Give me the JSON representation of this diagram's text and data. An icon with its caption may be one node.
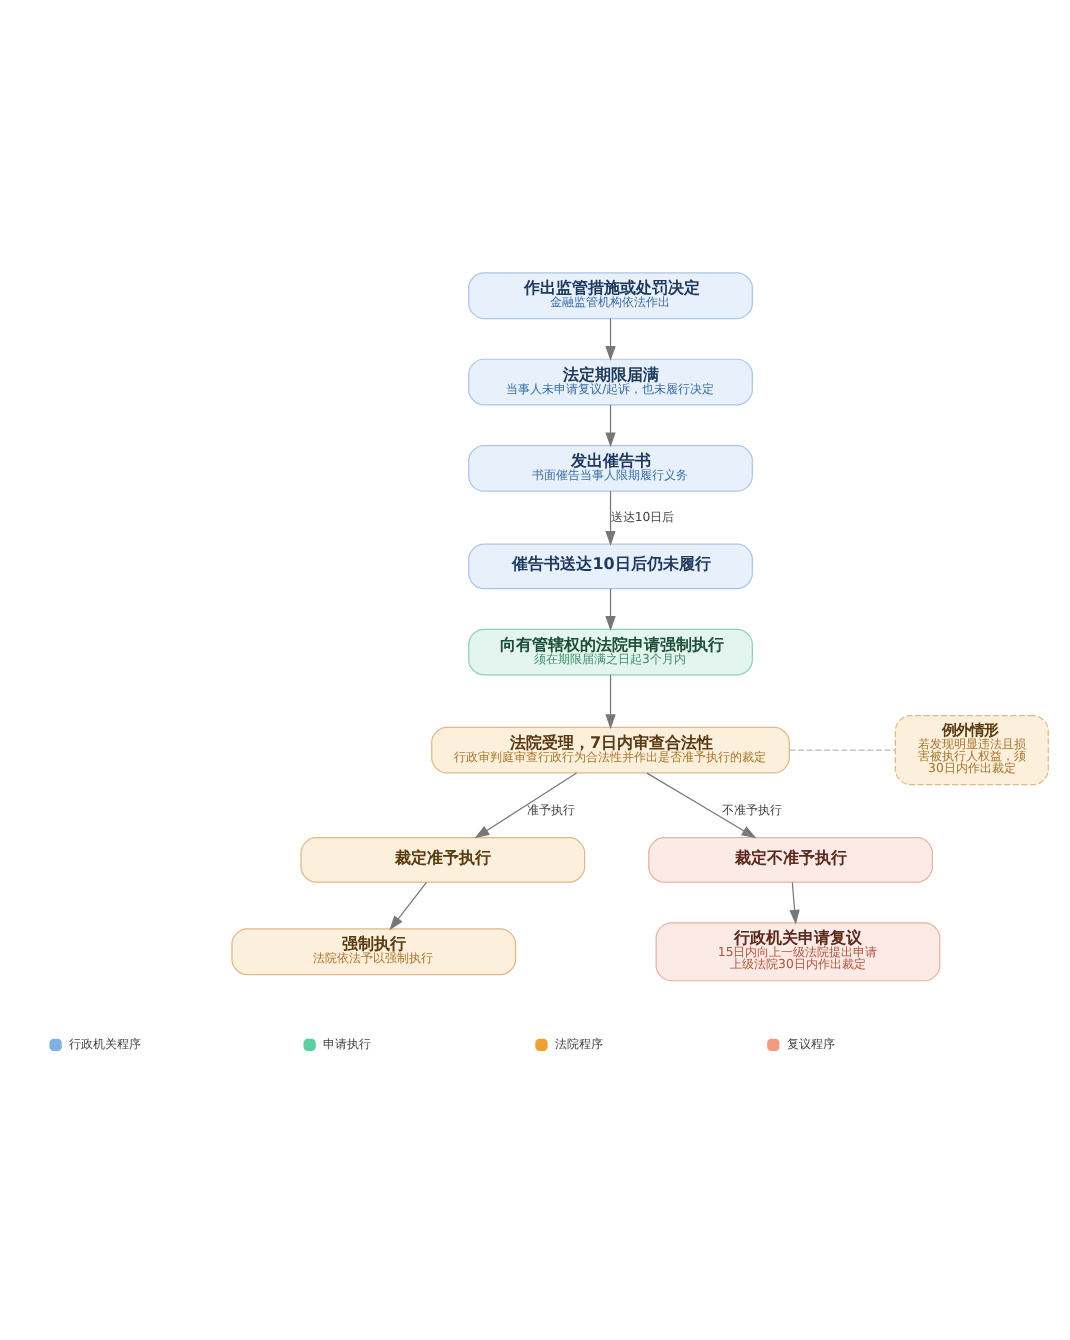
{
  "diagram": {
    "nodes": [
      {
        "text": [
          "作出监管措施或处罚决定",
          "金融监管机构依法作出"
        ]
      },
      {
        "text": [
          "法定期限届满",
          "当事人未申请复议/起诉，也未履行决定"
        ]
      },
      {
        "text": [
          "发出催告书",
          "书面催告当事人限期履行义务"
        ]
      },
      {
        "text": [
          "催告书送达10日后仍未履行"
        ]
      },
      {
        "text": [
          "向有管辖权的法院申请强制执行",
          "须在期限届满之日起3个月内"
        ]
      },
      {
        "text": [
          "法院受理，7日内审查合法性",
          "行政审判庭审查行政行为合法性并作出是否准予执行的裁定"
        ]
      },
      {
        "text": [
          "例外情形",
          "若发现明显违法且损害被执行人权益，须30日内作出裁定"
        ]
      },
      {
        "text": [
          "裁定准予执行"
        ]
      },
      {
        "text": [
          "裁定不准予执行"
        ]
      },
      {
        "text": [
          "强制执行",
          "法院依法予以强制执行"
        ]
      },
      {
        "text": [
          "行政机关申请复议",
          "15日内向上一级法院提出申请",
          "上级法院30日内作出裁定"
        ]
      }
    ],
    "edges": [
      {
        "from": 0,
        "to": 1,
        "arrow": "to"
      },
      {
        "from": 1,
        "to": 2,
        "arrow": "to"
      },
      {
        "from": 2,
        "to": 3,
        "arrow": "to",
        "label": "送达10日后"
      },
      {
        "from": 3,
        "to": 4,
        "arrow": "to"
      },
      {
        "from": 4,
        "to": 5,
        "arrow": "to"
      },
      {
        "from": 5,
        "to": 6,
        "arrow": "none",
        "style": "dashed",
        "color": "#bbbbbb"
      },
      {
        "from": 5,
        "to": 7,
        "arrow": "to",
        "label": "准予执行"
      },
      {
        "from": 5,
        "to": 8,
        "arrow": "to",
        "label": "不准予执行"
      },
      {
        "from": 7,
        "to": 9,
        "arrow": "to"
      },
      {
        "from": 8,
        "to": 10,
        "arrow": "to"
      }
    ],
    "legend": [
      {
        "text": "行政机关程序",
        "color": "#7fb0e6"
      },
      {
        "text": "申请执行",
        "color": "#5ccf9f"
      },
      {
        "text": "法院程序",
        "color": "#f0a030"
      },
      {
        "text": "复议程序",
        "color": "#f09a7e"
      }
    ]
  }
}
